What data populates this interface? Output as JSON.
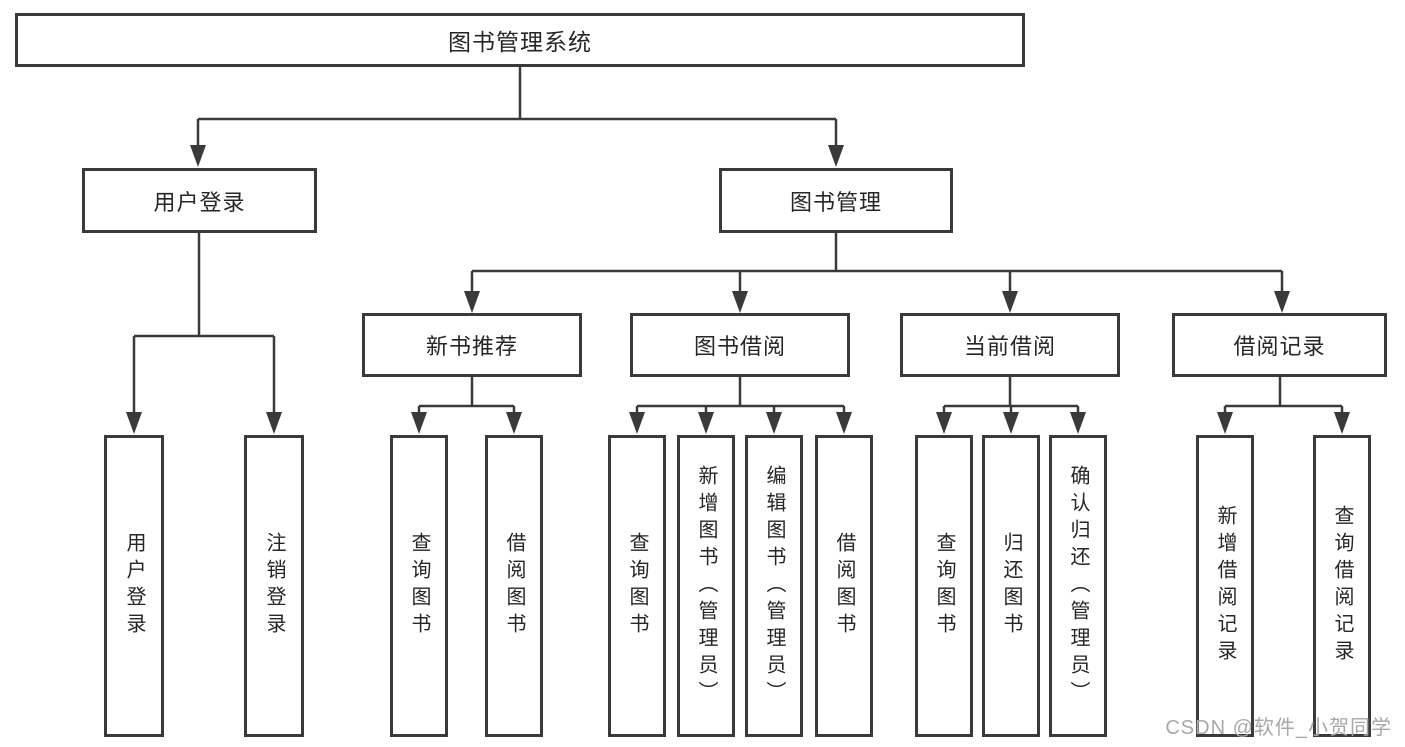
{
  "diagram": {
    "title": "图书管理系统",
    "level2": {
      "user_login": "用户登录",
      "book_management": "图书管理"
    },
    "level3": {
      "new_book_recommend": "新书推荐",
      "book_borrow": "图书借阅",
      "current_borrow": "当前借阅",
      "borrow_record": "借阅记录"
    },
    "leaves": {
      "user_login_leaf": "用户登录",
      "logout": "注销登录",
      "recommend_query_books": "查询图书",
      "recommend_borrow_books": "借阅图书",
      "borrow_query_books": "查询图书",
      "borrow_add_books_admin": "新增图书（管理员）",
      "borrow_edit_books_admin": "编辑图书（管理员）",
      "borrow_borrow_books": "借阅图书",
      "current_query_books": "查询图书",
      "current_return_books": "归还图书",
      "current_confirm_return_admin": "确认归还（管理员）",
      "record_add_record": "新增借阅记录",
      "record_query_record": "查询借阅记录"
    },
    "structure": {
      "图书管理系统": [
        "用户登录",
        "图书管理"
      ],
      "用户登录": [
        "用户登录",
        "注销登录"
      ],
      "图书管理": [
        "新书推荐",
        "图书借阅",
        "当前借阅",
        "借阅记录"
      ],
      "新书推荐": [
        "查询图书",
        "借阅图书"
      ],
      "图书借阅": [
        "查询图书",
        "新增图书（管理员）",
        "编辑图书（管理员）",
        "借阅图书"
      ],
      "当前借阅": [
        "查询图书",
        "归还图书",
        "确认归还（管理员）"
      ],
      "借阅记录": [
        "新增借阅记录",
        "查询借阅记录"
      ]
    }
  },
  "watermark": "CSDN @软件_小贺同学",
  "colors": {
    "line": "#3a3a3a",
    "text": "#262626",
    "background": "#ffffff",
    "watermark": "#a8a8a8"
  }
}
